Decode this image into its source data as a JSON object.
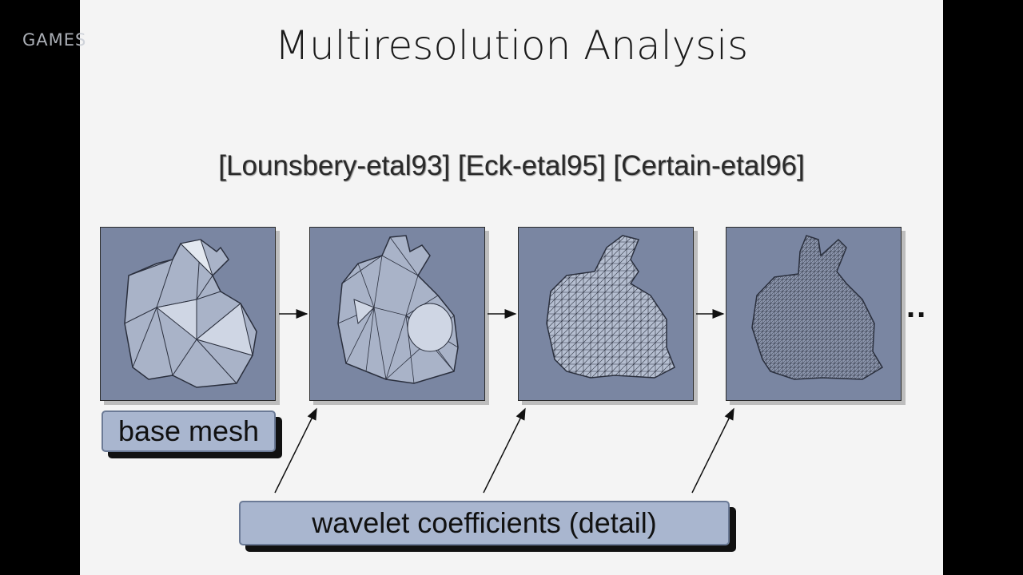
{
  "watermark": "GAMES",
  "slide": {
    "title": "Multiresolution Analysis",
    "references": "[Lounsbery-etal93] [Eck-etal95] [Certain-etal96]",
    "continuation": "..",
    "labels": {
      "base_mesh": "base mesh",
      "wavelet": "wavelet coefficients (detail)"
    },
    "panels": [
      {
        "name": "coarsest bunny mesh"
      },
      {
        "name": "level 2 bunny mesh"
      },
      {
        "name": "level 3 bunny mesh"
      },
      {
        "name": "finest bunny mesh"
      }
    ]
  },
  "colors": {
    "panel_bg": "#7a86a2",
    "mesh_fill": "#a9b3c8",
    "label_bg": "#a9b6cf",
    "slide_bg": "#f4f4f4"
  }
}
